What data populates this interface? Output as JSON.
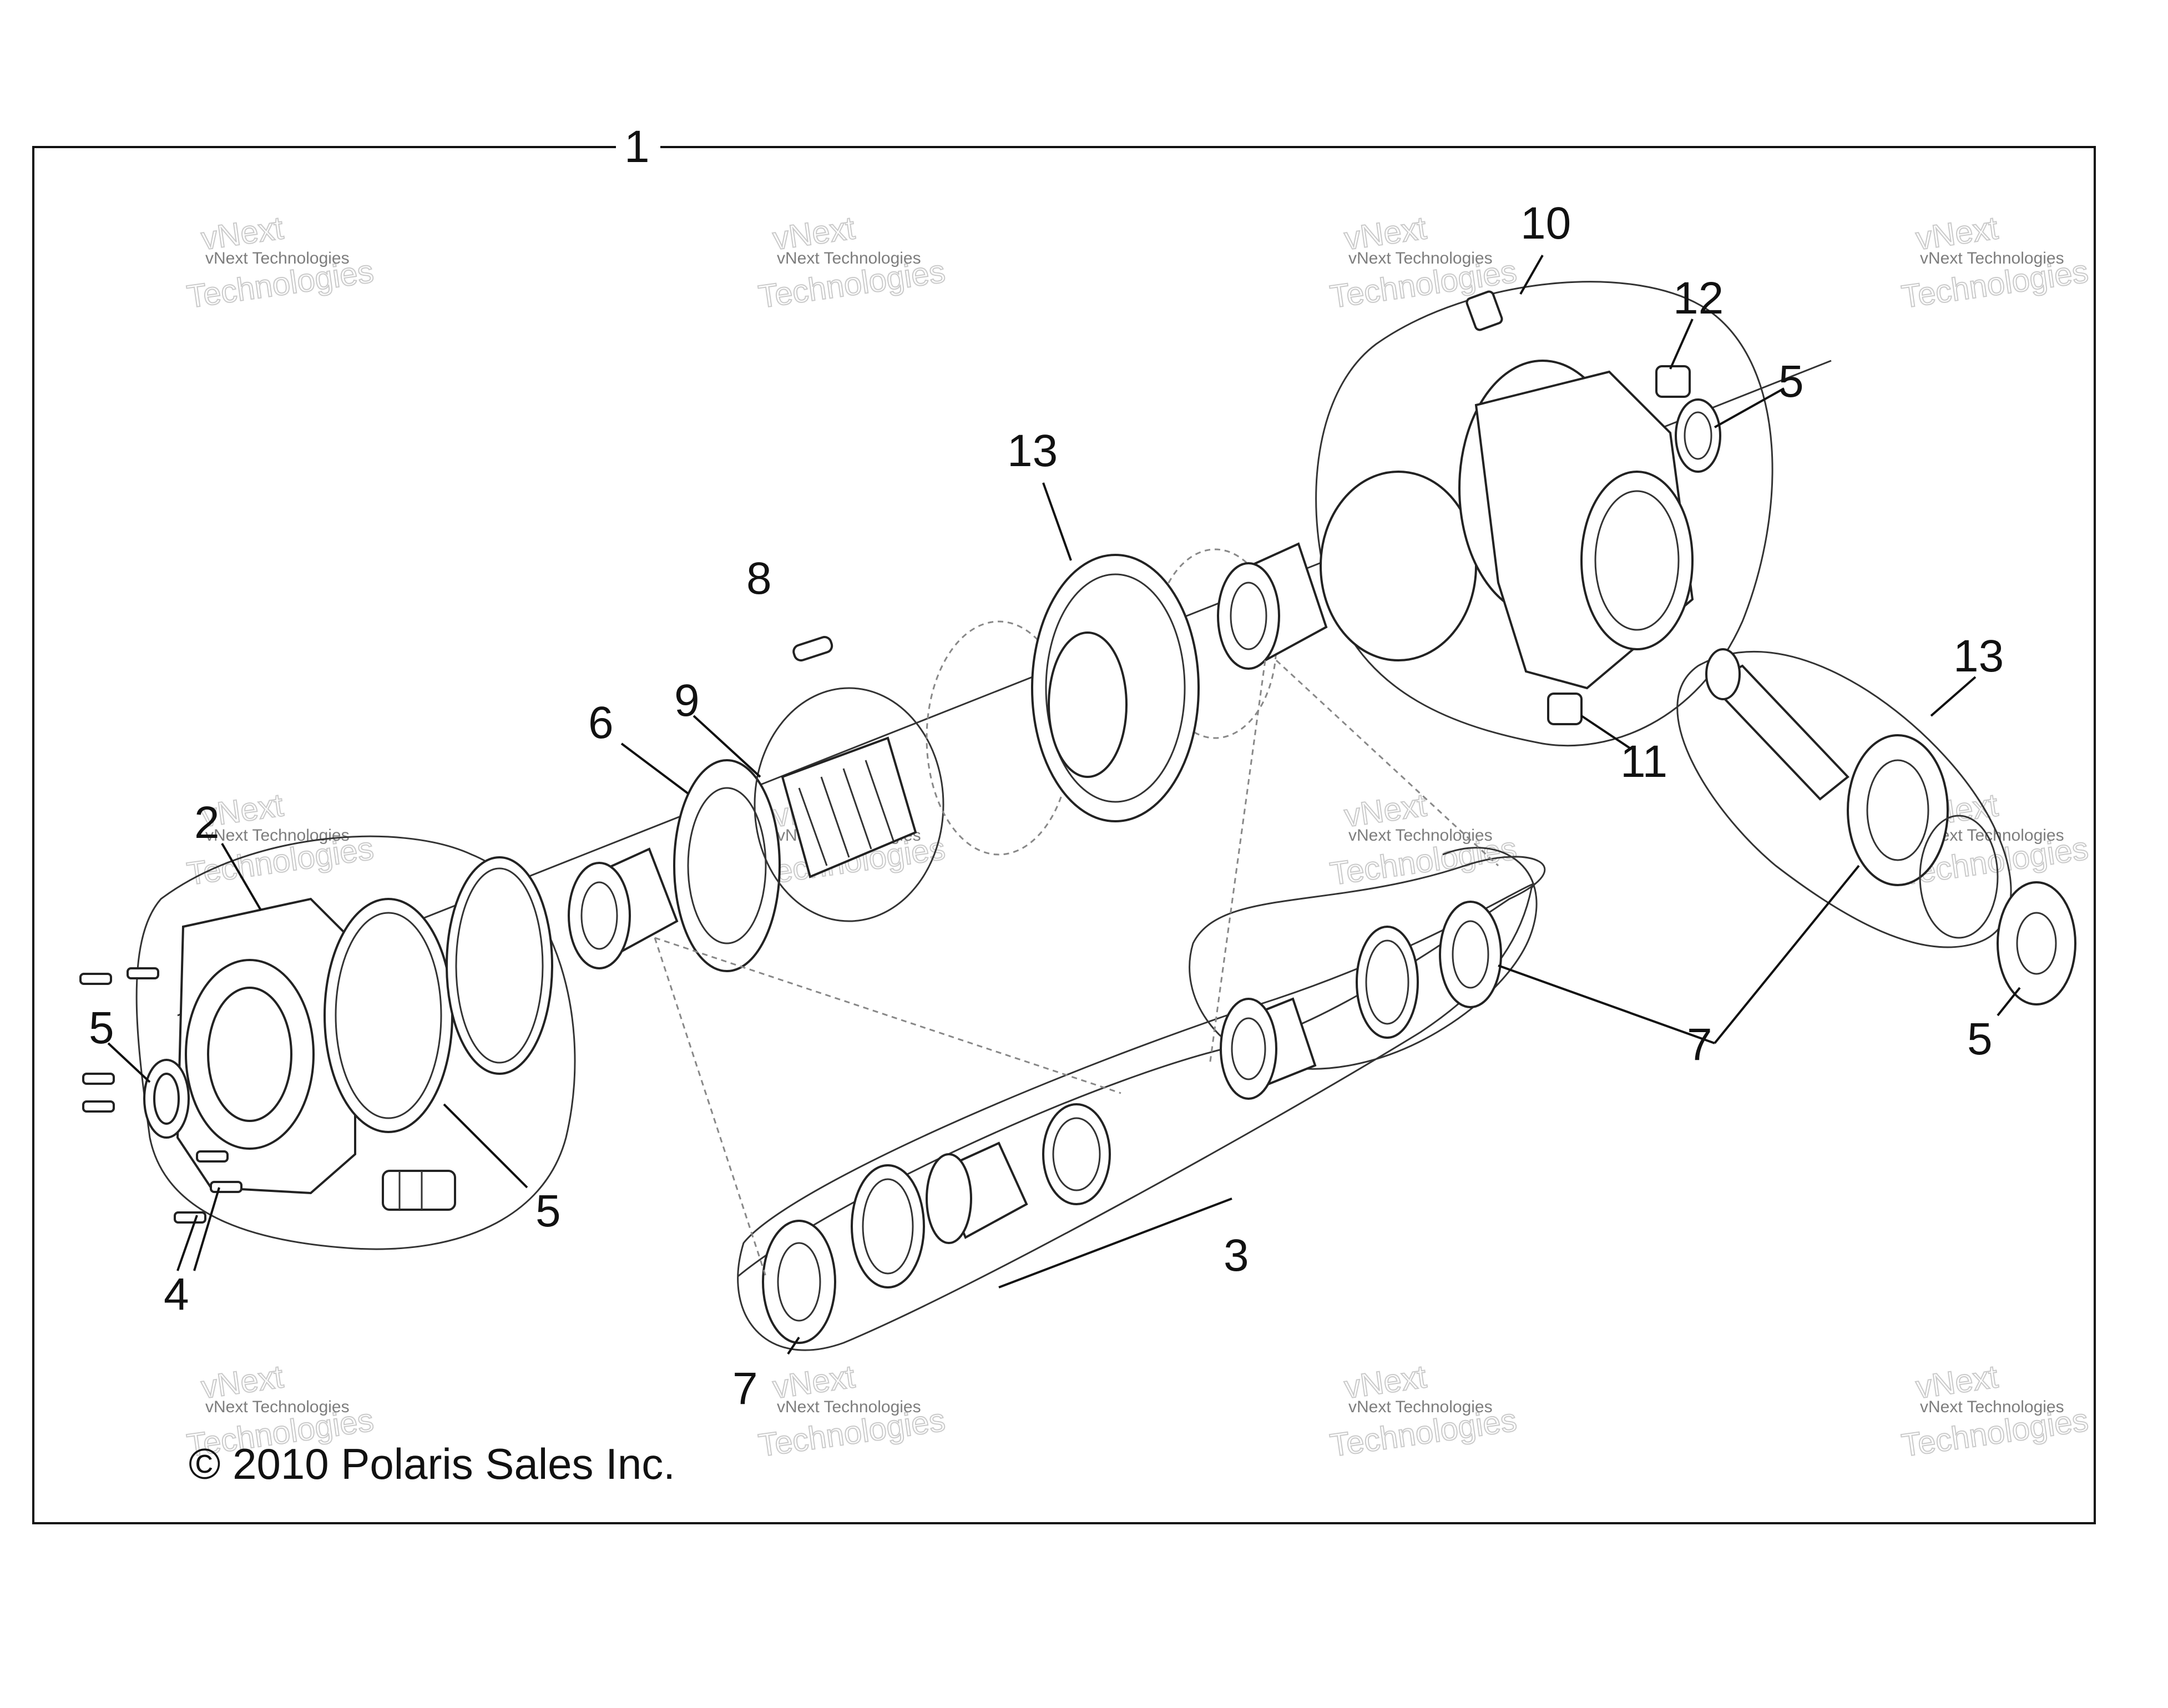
{
  "callouts": {
    "c1": "1",
    "c2": "2",
    "c3": "3",
    "c4": "4",
    "c5a": "5",
    "c5b": "5",
    "c5c": "5",
    "c5d": "5",
    "c6": "6",
    "c7a": "7",
    "c7b": "7",
    "c8": "8",
    "c9": "9",
    "c10": "10",
    "c11": "11",
    "c12": "12",
    "c13a": "13",
    "c13b": "13"
  },
  "copyright": "© 2010 Polaris Sales Inc.",
  "watermark": {
    "brand": "vNext Technologies",
    "large1": "vNext",
    "large2": "Technologies"
  }
}
